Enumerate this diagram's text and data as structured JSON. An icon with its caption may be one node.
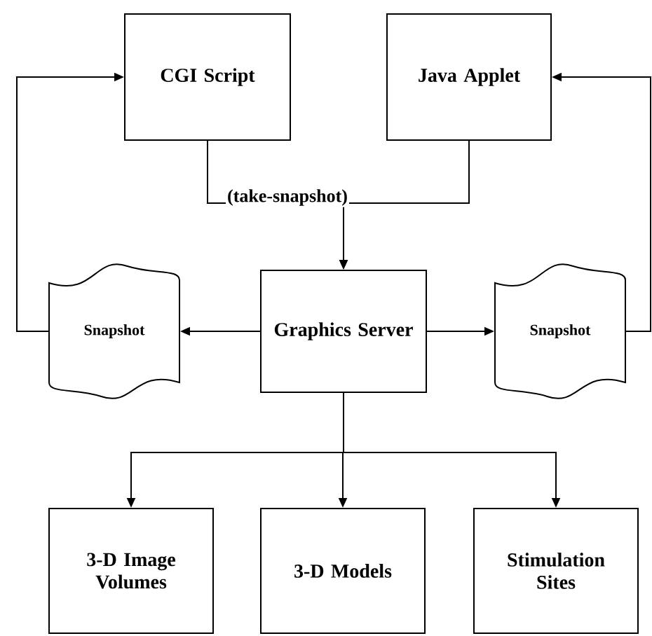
{
  "diagram": {
    "nodes": [
      {
        "text": [
          "CGI Script"
        ]
      },
      {
        "text": [
          "Java Applet"
        ]
      },
      {
        "text": [
          "Snapshot"
        ]
      },
      {
        "text": [
          "Graphics Server"
        ]
      },
      {
        "text": [
          "Snapshot"
        ]
      },
      {
        "text": [
          "3-D Image Volumes"
        ]
      },
      {
        "text": [
          "3-D Models"
        ]
      },
      {
        "text": [
          "Stimulation Sites"
        ]
      }
    ],
    "edges": [
      {
        "from": 0,
        "to": 3,
        "arrow": "to",
        "label": "(take-snapshot)"
      },
      {
        "from": 1,
        "to": 3,
        "arrow": "to"
      },
      {
        "from": 3,
        "to": 2,
        "arrow": "to"
      },
      {
        "from": 3,
        "to": 4,
        "arrow": "to"
      },
      {
        "from": 2,
        "to": 0,
        "arrow": "to"
      },
      {
        "from": 4,
        "to": 1,
        "arrow": "to"
      },
      {
        "from": 3,
        "to": 5,
        "arrow": "to"
      },
      {
        "from": 3,
        "to": 6,
        "arrow": "to"
      },
      {
        "from": 3,
        "to": 7,
        "arrow": "to"
      }
    ]
  }
}
